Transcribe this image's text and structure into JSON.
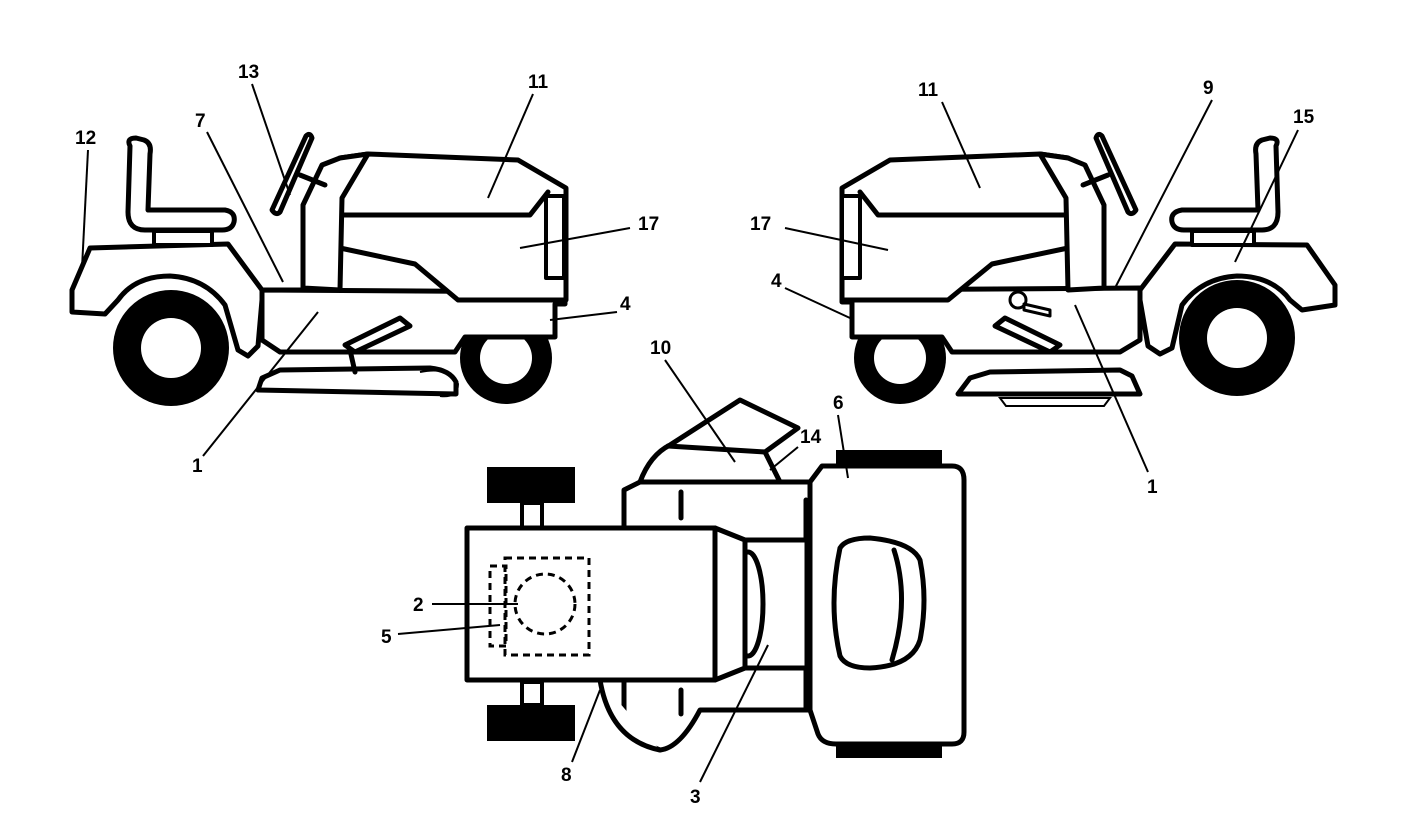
{
  "callouts": {
    "left_view": [
      "13",
      "11",
      "12",
      "7",
      "17",
      "4",
      "1"
    ],
    "right_view": [
      "11",
      "9",
      "15",
      "17",
      "4",
      "1"
    ],
    "top_view": [
      "10",
      "6",
      "14",
      "2",
      "5",
      "8",
      "3"
    ]
  }
}
